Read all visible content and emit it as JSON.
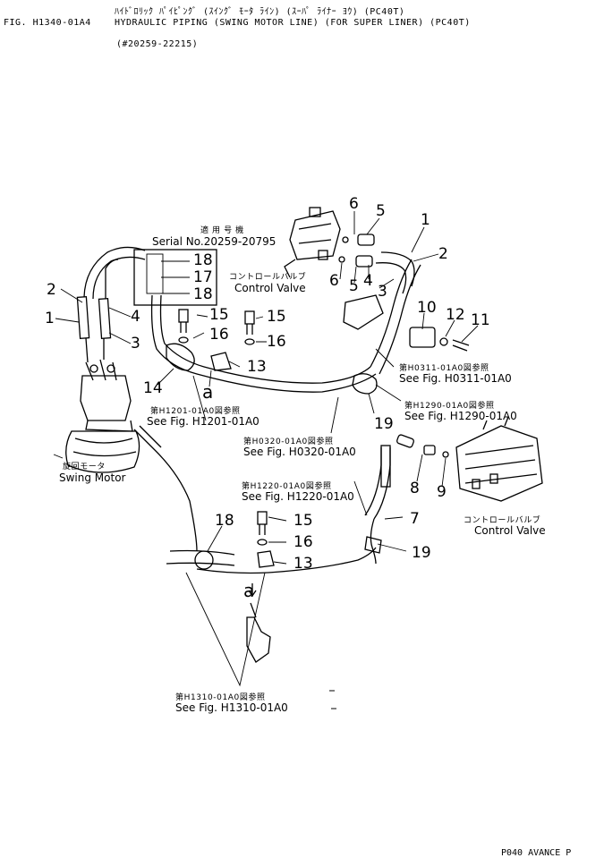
{
  "header": {
    "jp_title": "ﾊｲﾄﾞﾛﾘｯｸ ﾊﾟｲﾋﾟﾝｸﾞ (ｽｲﾝｸﾞ ﾓｰﾀ ﾗｲﾝ) (ｽｰﾊﾟ ﾗｲﾅｰ ﾖｳ) (PC40T)",
    "fig_no": "FIG. H1340-01A4",
    "en_title": "HYDRAULIC PIPING (SWING MOTOR LINE) (FOR SUPER LINER) (PC40T)",
    "serial_range": "(#20259-22215)"
  },
  "serial_box": {
    "jp": "適 用 号 機",
    "en": "Serial No.20259-20795",
    "items": [
      "18",
      "17",
      "18"
    ]
  },
  "components": {
    "control_valve_top_jp": "コントロールバルブ",
    "control_valve_top_en": "Control Valve",
    "control_valve_right_jp": "コントロールバルブ",
    "control_valve_right_en": "Control Valve",
    "swing_motor_jp": "旋回モータ",
    "swing_motor_en": "Swing Motor"
  },
  "references": [
    {
      "jp": "第H0311-01A0図参照",
      "en": "See Fig. H0311-01A0"
    },
    {
      "jp": "第H1290-01A0図参照",
      "en": "See Fig. H1290-01A0"
    },
    {
      "jp": "第H1201-01A0図参照",
      "en": "See Fig. H1201-01A0"
    },
    {
      "jp": "第H0320-01A0図参照",
      "en": "See Fig. H0320-01A0"
    },
    {
      "jp": "第H1220-01A0図参照",
      "en": "See Fig. H1220-01A0"
    },
    {
      "jp": "第H1310-01A0図参照",
      "en": "See Fig. H1310-01A0"
    }
  ],
  "callouts": {
    "top_valve": [
      "6",
      "5",
      "1",
      "2",
      "6",
      "5",
      "4",
      "3"
    ],
    "block": [
      "10",
      "12",
      "11"
    ],
    "motor_hoses": [
      "2",
      "1",
      "4",
      "3"
    ],
    "clamp_upper": [
      "15",
      "16",
      "15",
      "16",
      "13",
      "14",
      "a",
      "19"
    ],
    "right_line": [
      "8",
      "9",
      "7",
      "19"
    ],
    "lower": [
      "18",
      "15",
      "16",
      "13",
      "a"
    ]
  },
  "footer": {
    "partial_text": "P040 AVANCE P"
  }
}
